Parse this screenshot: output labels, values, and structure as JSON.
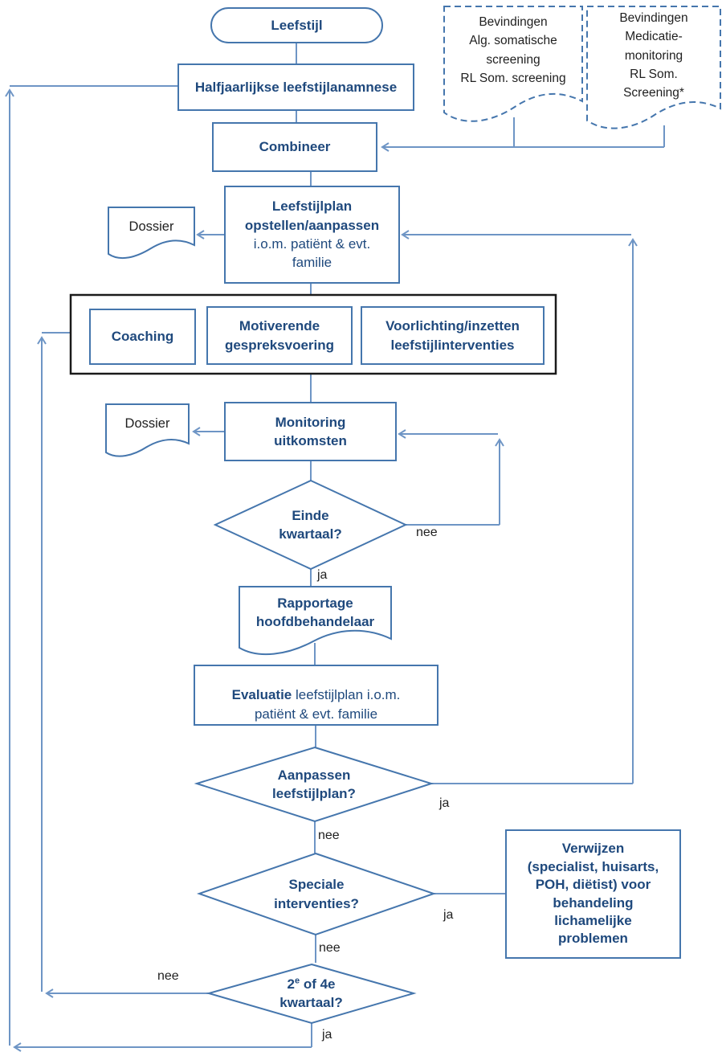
{
  "colors": {
    "connector_blue": "#6e95c5",
    "shape_border_blue": "#4576ad",
    "node_text_blue": "#1f497d",
    "label_text_black": "#1f1f1f",
    "group_border_black": "#1a1a1a",
    "background": "#ffffff"
  },
  "nodes": {
    "start": "Leefstijl",
    "anamnese": "Halfjaarlijkse leefstijlanamnese",
    "combineer": "Combineer",
    "bevindingen_somatisch": "Bevindingen\nAlg. somatische\nscreening\nRL Som. screening",
    "bevindingen_medicatie": "Bevindingen\nMedicatie-\nmonitoring\nRL Som.\nScreening*",
    "leefstijlplan_title": "Leefstijlplan\nopstellen/aanpassen",
    "leefstijlplan_detail": "i.o.m. patiënt & evt.\nfamilie",
    "dossier_1": "Dossier",
    "coaching": "Coaching",
    "motiverende": "Motiverende\ngespreksvoering",
    "voorlichting": "Voorlichting/inzetten\nleefstijlinterventies",
    "monitoring": "Monitoring\nuitkomsten",
    "dossier_2": "Dossier",
    "einde_kwartaal": "Einde\nkwartaal?",
    "rapportage": "Rapportage\nhoofdbehandelaar",
    "evaluatie_title": "Evaluatie",
    "evaluatie_detail": " leefstijlplan i.o.m.\npatiënt & evt. familie",
    "aanpassen": "Aanpassen\nleefstijlplan?",
    "speciale": "Speciale\ninterventies?",
    "verwijzen": "Verwijzen\n(specialist, huisarts,\nPOH, diëtist) voor\nbehandeling\nlichamelijke\nproblemen",
    "kwartaal_2_4_num": "2",
    "kwartaal_2_4_sup": "e",
    "kwartaal_2_4_rest": " of 4e",
    "kwartaal_2_4_line2": "kwartaal?"
  },
  "labels": {
    "einde_nee": "nee",
    "einde_ja": "ja",
    "aanpassen_ja": "ja",
    "aanpassen_nee": "nee",
    "speciale_ja": "ja",
    "speciale_nee": "nee",
    "kwartaal_nee": "nee",
    "kwartaal_ja": "ja"
  }
}
